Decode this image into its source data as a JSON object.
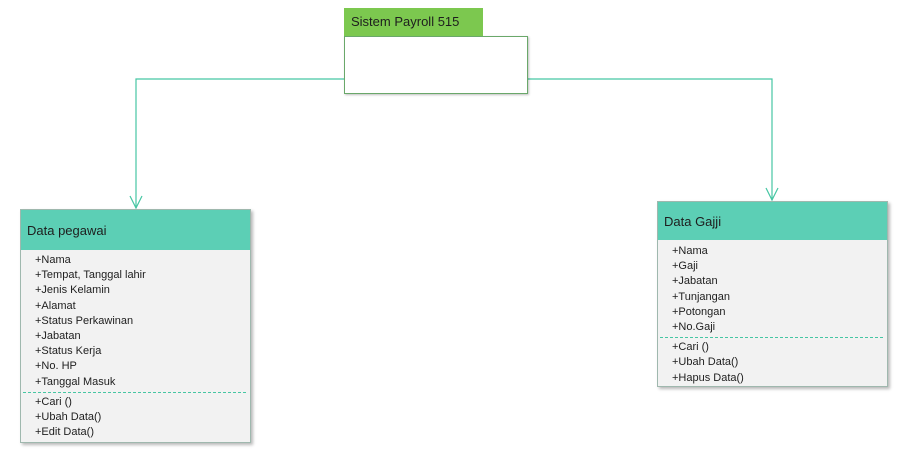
{
  "root": {
    "title": "Sistem Payroll 515"
  },
  "classes": [
    {
      "title": "Data pegawai",
      "attributes": [
        "+Nama",
        "+Tempat, Tanggal lahir",
        "+Jenis Kelamin",
        "+Alamat",
        "+Status Perkawinan",
        "+Jabatan",
        "+Status Kerja",
        "+No. HP",
        "+Tanggal Masuk"
      ],
      "methods": [
        "+Cari ()",
        "+Ubah Data()",
        "+Edit Data()"
      ]
    },
    {
      "title": "Data Gajji",
      "attributes": [
        "+Nama",
        "+Gaji",
        "+Jabatan",
        "+Tunjangan",
        "+Potongan",
        "+No.Gaji"
      ],
      "methods": [
        "+Cari ()",
        "+Ubah Data()",
        "+Hapus Data()"
      ]
    }
  ],
  "colors": {
    "root_header": "#7cc84f",
    "class_header": "#5ccfb5",
    "connector": "#46c6a3",
    "box_fill": "#f2f2f2"
  }
}
